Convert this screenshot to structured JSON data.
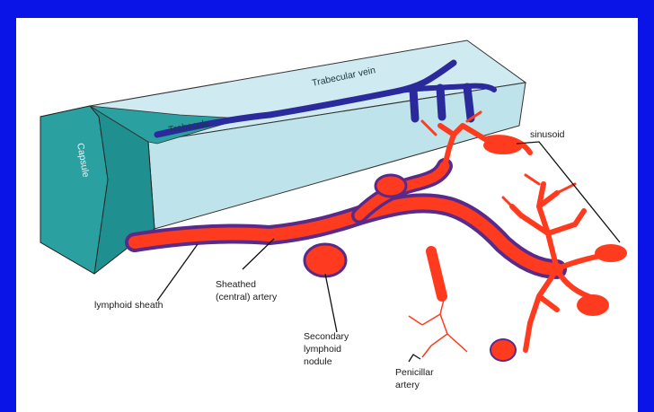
{
  "colors": {
    "frame": "#0a14e6",
    "capsule": "#1f8f8f",
    "trabecula_box": "#bfe3ea",
    "vein": "#2a2a9c",
    "artery": "#ff3b1f",
    "sheath": "#5a2a8a"
  },
  "labels": {
    "trabecular_vein": "Trabecular vein",
    "trabecula": "Trabecula",
    "capsule": "Capsule",
    "sinusoid": "sinusoid",
    "lymphoid_sheath": "lymphoid sheath",
    "sheathed_artery_1": "Sheathed",
    "sheathed_artery_2": "(central) artery",
    "secondary_nodule_1": "Secondary",
    "secondary_nodule_2": "lymphoid",
    "secondary_nodule_3": "nodule",
    "penicillar_1": "Penicillar",
    "penicillar_2": "artery"
  }
}
